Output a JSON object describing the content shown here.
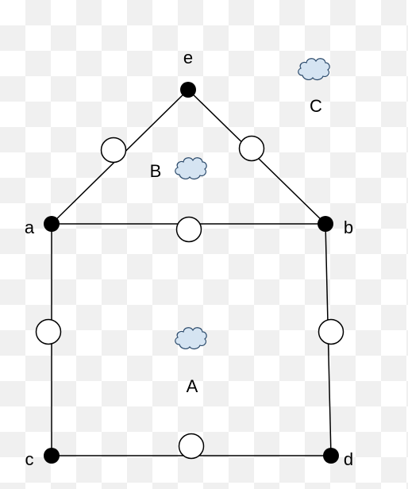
{
  "colors": {
    "stroke": "#000000",
    "vertex_fill": "#000000",
    "edge_node_fill": "#ffffff",
    "cloud_fill": "#d5e4f2",
    "cloud_stroke": "#2b4a6b"
  },
  "vertices": [
    {
      "id": "e",
      "label": "e"
    },
    {
      "id": "a",
      "label": "a"
    },
    {
      "id": "b",
      "label": "b"
    },
    {
      "id": "c",
      "label": "c"
    },
    {
      "id": "d",
      "label": "d"
    }
  ],
  "edges": [
    {
      "from": "e",
      "to": "a"
    },
    {
      "from": "e",
      "to": "b"
    },
    {
      "from": "a",
      "to": "b"
    },
    {
      "from": "a",
      "to": "c"
    },
    {
      "from": "b",
      "to": "d"
    },
    {
      "from": "c",
      "to": "d"
    }
  ],
  "regions": [
    {
      "id": "A",
      "label": "A",
      "icon": "cloud-icon"
    },
    {
      "id": "B",
      "label": "B",
      "icon": "cloud-icon"
    },
    {
      "id": "C",
      "label": "C",
      "icon": "cloud-icon"
    }
  ]
}
